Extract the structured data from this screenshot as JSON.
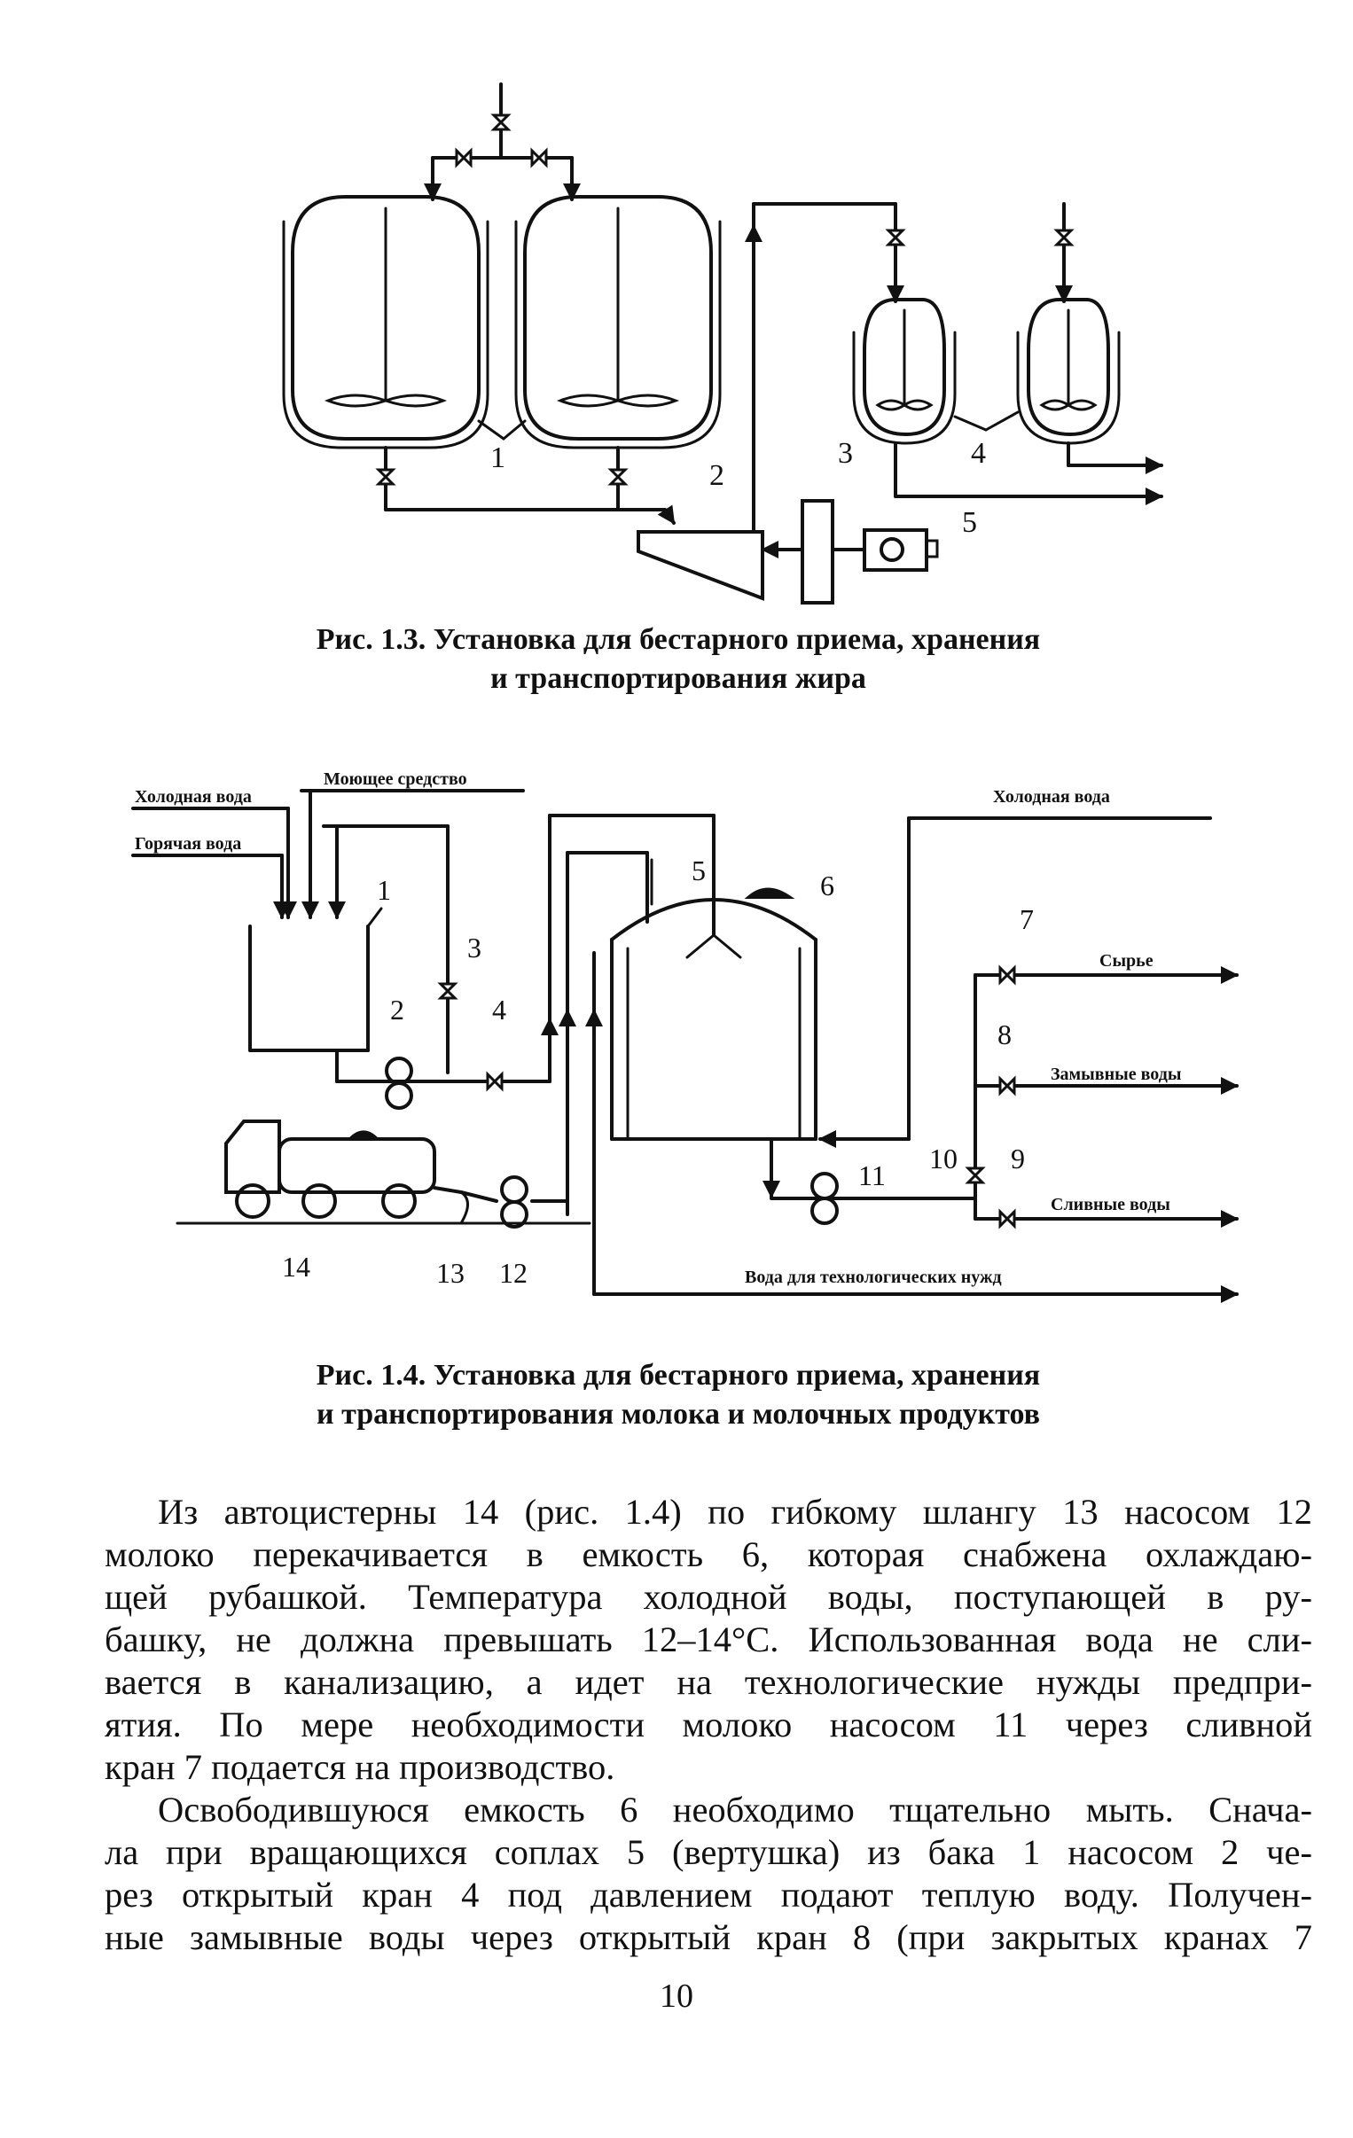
{
  "figure_1_3": {
    "labels": [
      "1",
      "2",
      "3",
      "4",
      "5"
    ],
    "caption_line1": "Рис. 1.3. Установка для бестарного приема, хранения",
    "caption_line2": "и транспортирования жира"
  },
  "figure_1_4": {
    "stream_labels": {
      "cold_water_left": "Холодная вода",
      "hot_water": "Горячая вода",
      "detergent": "Моющее средство",
      "cold_water_right": "Холодная вода",
      "raw": "Сырье",
      "wash_water": "Замывные воды",
      "drain_water": "Сливные воды",
      "process_water": "Вода для технологических нужд"
    },
    "labels": [
      "1",
      "2",
      "3",
      "4",
      "5",
      "6",
      "7",
      "8",
      "9",
      "10",
      "11",
      "12",
      "13",
      "14"
    ],
    "caption_line1": "Рис. 1.4. Установка для бестарного приема, хранения",
    "caption_line2": "и транспортирования молока и молочных продуктов"
  },
  "paragraph_1": [
    "Из автоцистерны 14 (рис. 1.4) по гибкому шлангу 13 насосом 12",
    "молоко перекачивается в емкость 6, которая снабжена охлаждаю-",
    "щей рубашкой. Температура холодной воды, поступающей в ру-",
    "башку, не должна превышать 12–14°С. Использованная вода не сли-",
    "вается в канализацию, а идет на технологические нужды предпри-",
    "ятия. По мере необходимости молоко насосом 11 через сливной",
    "кран 7 подается на производство."
  ],
  "paragraph_2": [
    "Освободившуюся емкость 6 необходимо тщательно мыть. Снача-",
    "ла при вращающихся соплах 5 (вертушка) из бака 1 насосом 2 че-",
    "рез открытый кран 4 под давлением подают теплую воду. Получен-",
    "ные замывные воды через открытый кран 8 (при закрытых кранах 7"
  ],
  "page_number": "10"
}
